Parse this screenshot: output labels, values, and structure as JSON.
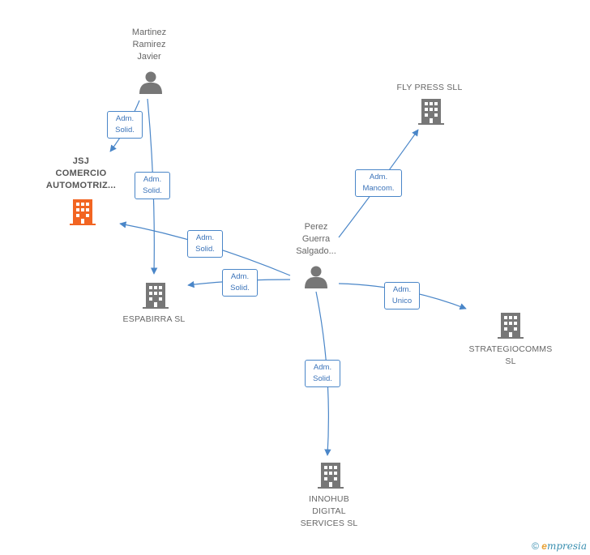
{
  "nodes": {
    "martinez": {
      "label": "Martinez\nRamirez\nJavier",
      "type": "person"
    },
    "perez": {
      "label": "Perez\nGuerra\nSalgado...",
      "type": "person"
    },
    "jsj": {
      "label": "JSJ\nCOMERCIO\nAUTOMOTRIZ...",
      "type": "company-main"
    },
    "espabirra": {
      "label": "ESPABIRRA  SL",
      "type": "company"
    },
    "flypress": {
      "label": "FLY PRESS SLL",
      "type": "company"
    },
    "strategio": {
      "label": "STRATEGIOCOMMS\nSL",
      "type": "company"
    },
    "innohub": {
      "label": "INNOHUB\nDIGITAL\nSERVICES  SL",
      "type": "company"
    }
  },
  "edges": {
    "martinez_jsj": "Adm.\nSolid.",
    "martinez_espabirra": "Adm.\nSolid.",
    "perez_jsj": "Adm.\nSolid.",
    "perez_espabirra": "Adm.\nSolid.",
    "perez_flypress": "Adm.\nMancom.",
    "perez_strategio": "Adm.\nUnico",
    "perez_innohub": "Adm.\nSolid."
  },
  "colors": {
    "edge": "#4a86c8",
    "person_icon": "#777777",
    "company_icon": "#777777",
    "main_company_icon": "#f26522"
  },
  "icons": {
    "person": "person-icon",
    "company": "building-icon"
  },
  "watermark": {
    "symbol": "©",
    "brand_e": "e",
    "brand_rest": "mpresia"
  }
}
